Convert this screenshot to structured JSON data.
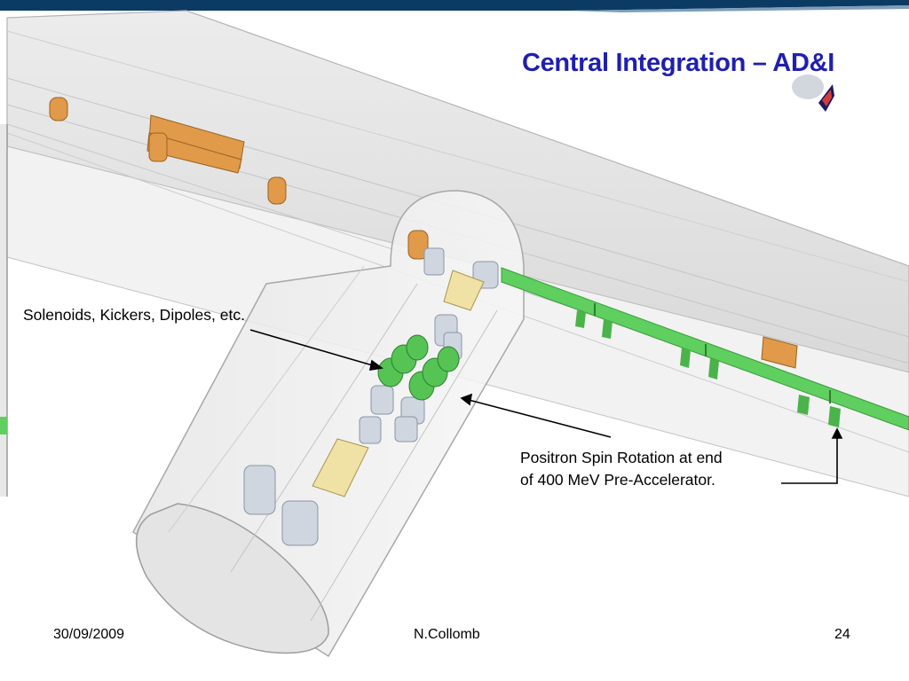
{
  "slide": {
    "title": "Central Integration – AD&I",
    "labels": {
      "solenoids": "Solenoids, Kickers, Dipoles, etc.",
      "positron_line1": "Positron Spin Rotation at end",
      "positron_line2": "of 400 MeV Pre-Accelerator."
    },
    "footer": {
      "date": "30/09/2009",
      "author": "N.Collomb",
      "page_number": "24"
    }
  },
  "icons": [
    "slide-top-bar",
    "corner-logo-icon",
    "tunnel-3d-model"
  ],
  "colors": {
    "title": "#1f1fb0",
    "header_bar": "#0b3a63",
    "beamline_green": "#5fcf5f",
    "magnet_orange": "#e09a4a",
    "magnet_grey": "#cfd6df",
    "magnet_yellow": "#f0e2a4"
  }
}
